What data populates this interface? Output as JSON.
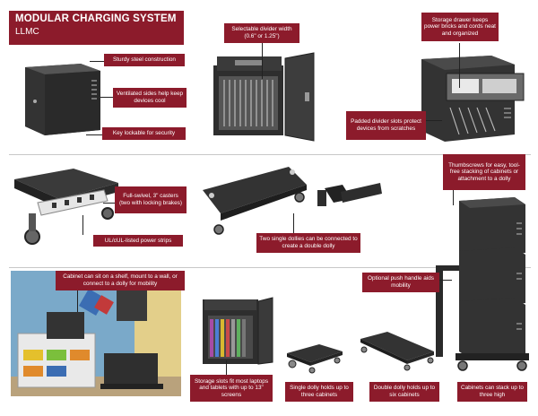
{
  "title": {
    "main": "MODULAR CHARGING SYSTEM",
    "sub": "LLMC"
  },
  "labels": {
    "steel": "Sturdy steel construction",
    "vent": "Ventilated sides help keep devices cool",
    "lock": "Key lockable for security",
    "divider_width": "Selectable divider width (0.6\" or 1.25\")",
    "drawer": "Storage drawer keeps power bricks and cords neat and organized",
    "padded": "Padded divider slots protect devices from scratches",
    "casters": "Full-swivel, 3\" casters (two with locking brakes)",
    "power": "UL/cUL-listed power strips",
    "dollies": "Two single dollies can be connected to create a double dolly",
    "thumbscrews": "Thumbscrews for easy, tool-free stacking of cabinets or attachment to a dolly",
    "shelf": "Cabinet can sit on a shelf, mount to a wall, or connect to a dolly for mobility",
    "handle": "Optional push handle aids mobility",
    "slots": "Storage slots fit most laptops and tablets with up to 13\" screens",
    "single_dolly": "Single dolly holds up to three cabinets",
    "double_dolly": "Double dolly holds up to six cabinets",
    "stack": "Cabinets can stack up to three high"
  },
  "colors": {
    "accent": "#8c1b2b",
    "cabinet": "#2b2b2b"
  }
}
